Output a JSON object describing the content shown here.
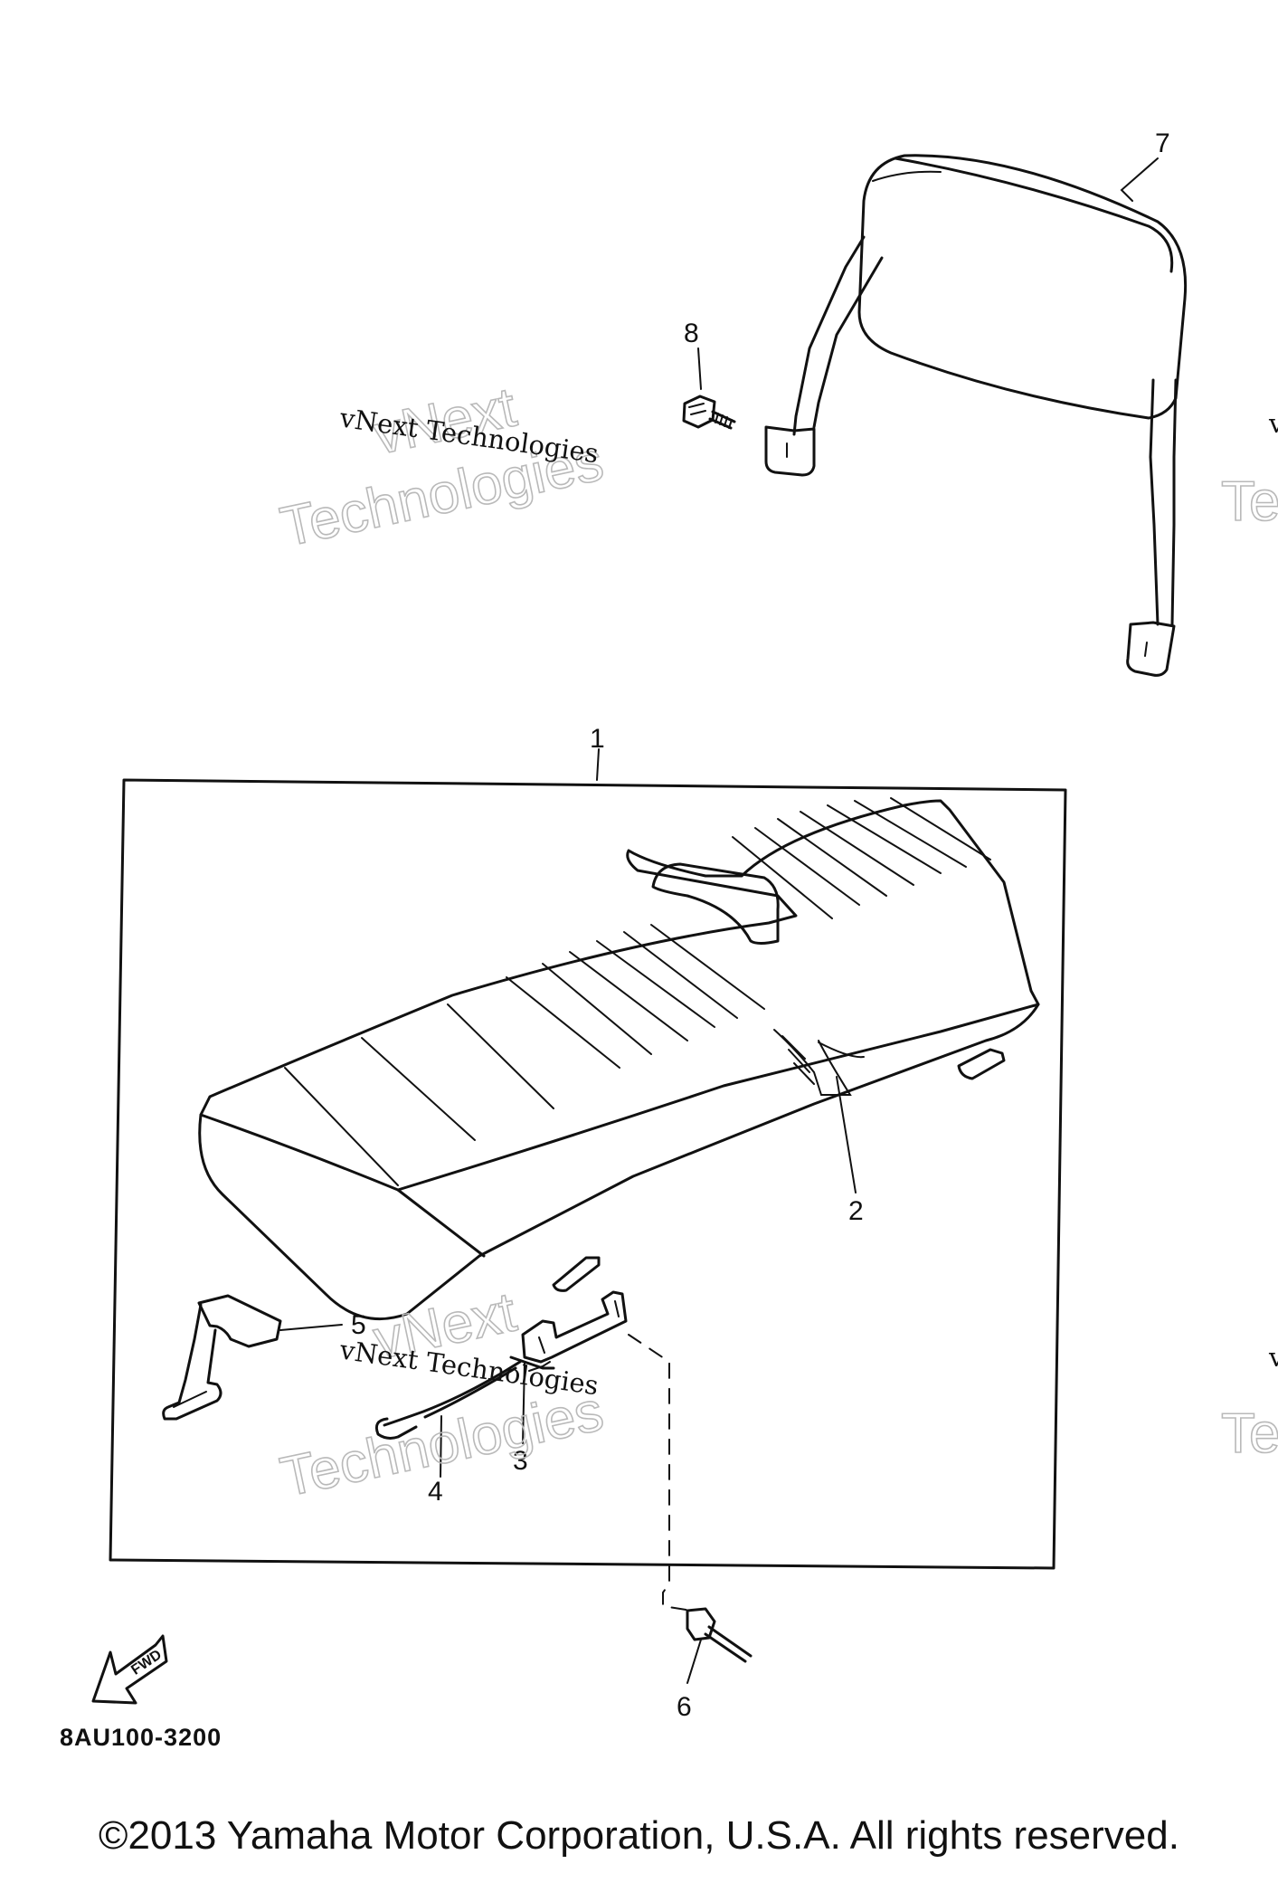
{
  "callouts": [
    "1",
    "2",
    "3",
    "4",
    "5",
    "6",
    "7",
    "8"
  ],
  "watermark": {
    "line1": "vNext",
    "line2": "Technologies",
    "small": "vNext Technologies",
    "edge_small": "v",
    "edge_big": "Te"
  },
  "fwd_label": "FWD",
  "part_code": "8AU100-3200",
  "copyright": "©2013 Yamaha Motor Corporation, U.S.A. All rights reserved."
}
